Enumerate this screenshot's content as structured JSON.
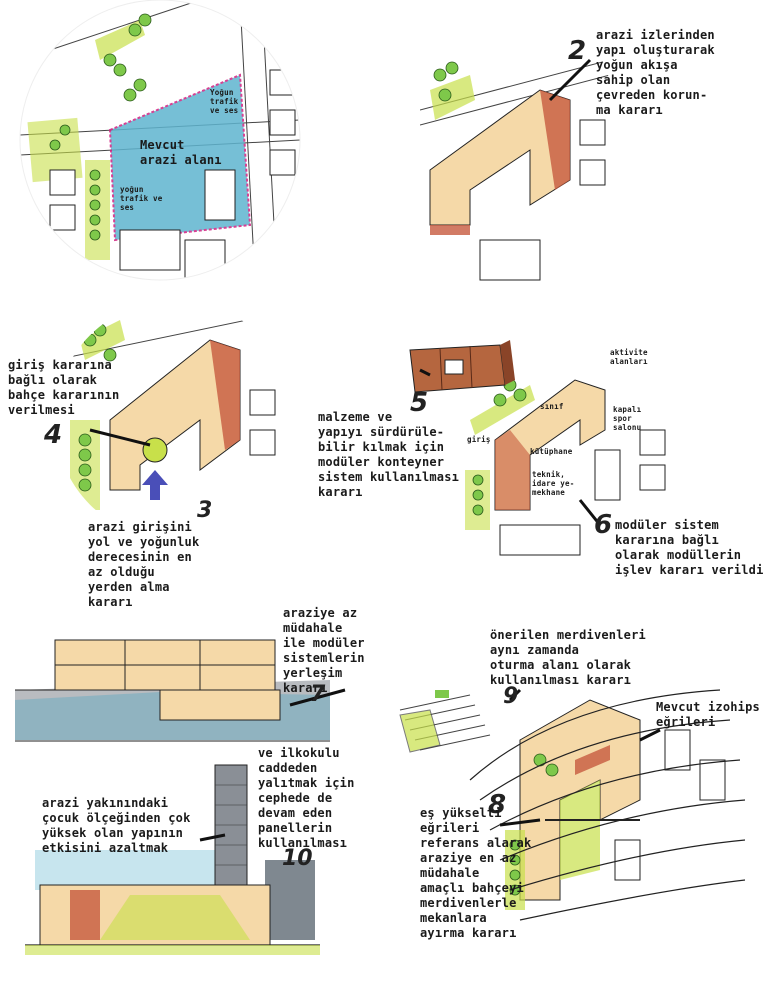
{
  "panel1": {
    "site_label": "Mevcut\narazi alanı",
    "traffic_top": "Yoğun\ntrafik\nve ses",
    "traffic_bottom": "yoğun\ntrafik ve\nses"
  },
  "panel2": {
    "number": "2",
    "text": "arazi izlerinden\nyapı oluşturarak\nyoğun akışa\nsahip olan\nçevreden korun-\nma kararı"
  },
  "panel3": {
    "number_garden": "4",
    "garden_text": "giriş kararına\nbağlı olarak\nbahçe kararının\nverilmesi",
    "number_entry": "3",
    "entry_text": "arazi girişini\nyol ve yoğunluk\nderecesinin en\naz olduğu\nyerden alma\nkararı"
  },
  "panel4": {
    "number_material": "5",
    "material_text": "malzeme ve\nyapıyı sürdürüle-\nbilir kılmak için\nmodüler konteyner\nsistem kullanılması\nkararı",
    "label_activity": "aktivite\nalanları",
    "label_class": "sınıf",
    "label_sport": "kapalı\nspor\nsalonu",
    "label_entrance": "giriş",
    "label_library": "kütüphane",
    "label_technical": "teknik,\nidare ye-\nmekhane",
    "number_function": "6",
    "function_text": "modüler sistem\nkararına bağlı\nolarak modüllerin\nişlev kararı verildi"
  },
  "panel5": {
    "number": "7",
    "text": "araziye az\nmüdahale\nile modüler\nsistemlerin\nyerleşim\nkararı"
  },
  "panel6": {
    "number_stairs": "9",
    "stairs_text": "önerilen merdivenleri\naynı zamanda\noturma alanı olarak\nkullanılması kararı",
    "contour_text": "Mevcut izohips\neğrileri",
    "number_garden": "8",
    "garden_text": "eş yükselti\neğrileri\nreferans alarak\naraziye en az\nmüdahale\namaçlı bahçeyi\nmerdivenlerle\nmekanlara\nayırma kararı"
  },
  "panel7": {
    "scale_text": "arazi yakınındaki\nçocuk ölçeğinden çok\nyüksek olan yapının\netkisini azaltmak",
    "number": "10",
    "panel_text": "ve ilkokulu\ncaddeden\nyalıtmak için\ncephede de\ndevam eden\npanellerin\nkullanılması"
  },
  "colors": {
    "site_blue": "#5fb4cf",
    "green": "#c8e04a",
    "tree_green": "#7ec84a",
    "building_cream": "#f5d9a8",
    "building_red": "#c75a3e",
    "container_brown": "#b5663f",
    "arrow_purple": "#4a4fb8",
    "grey_block": "#8a8f96"
  }
}
